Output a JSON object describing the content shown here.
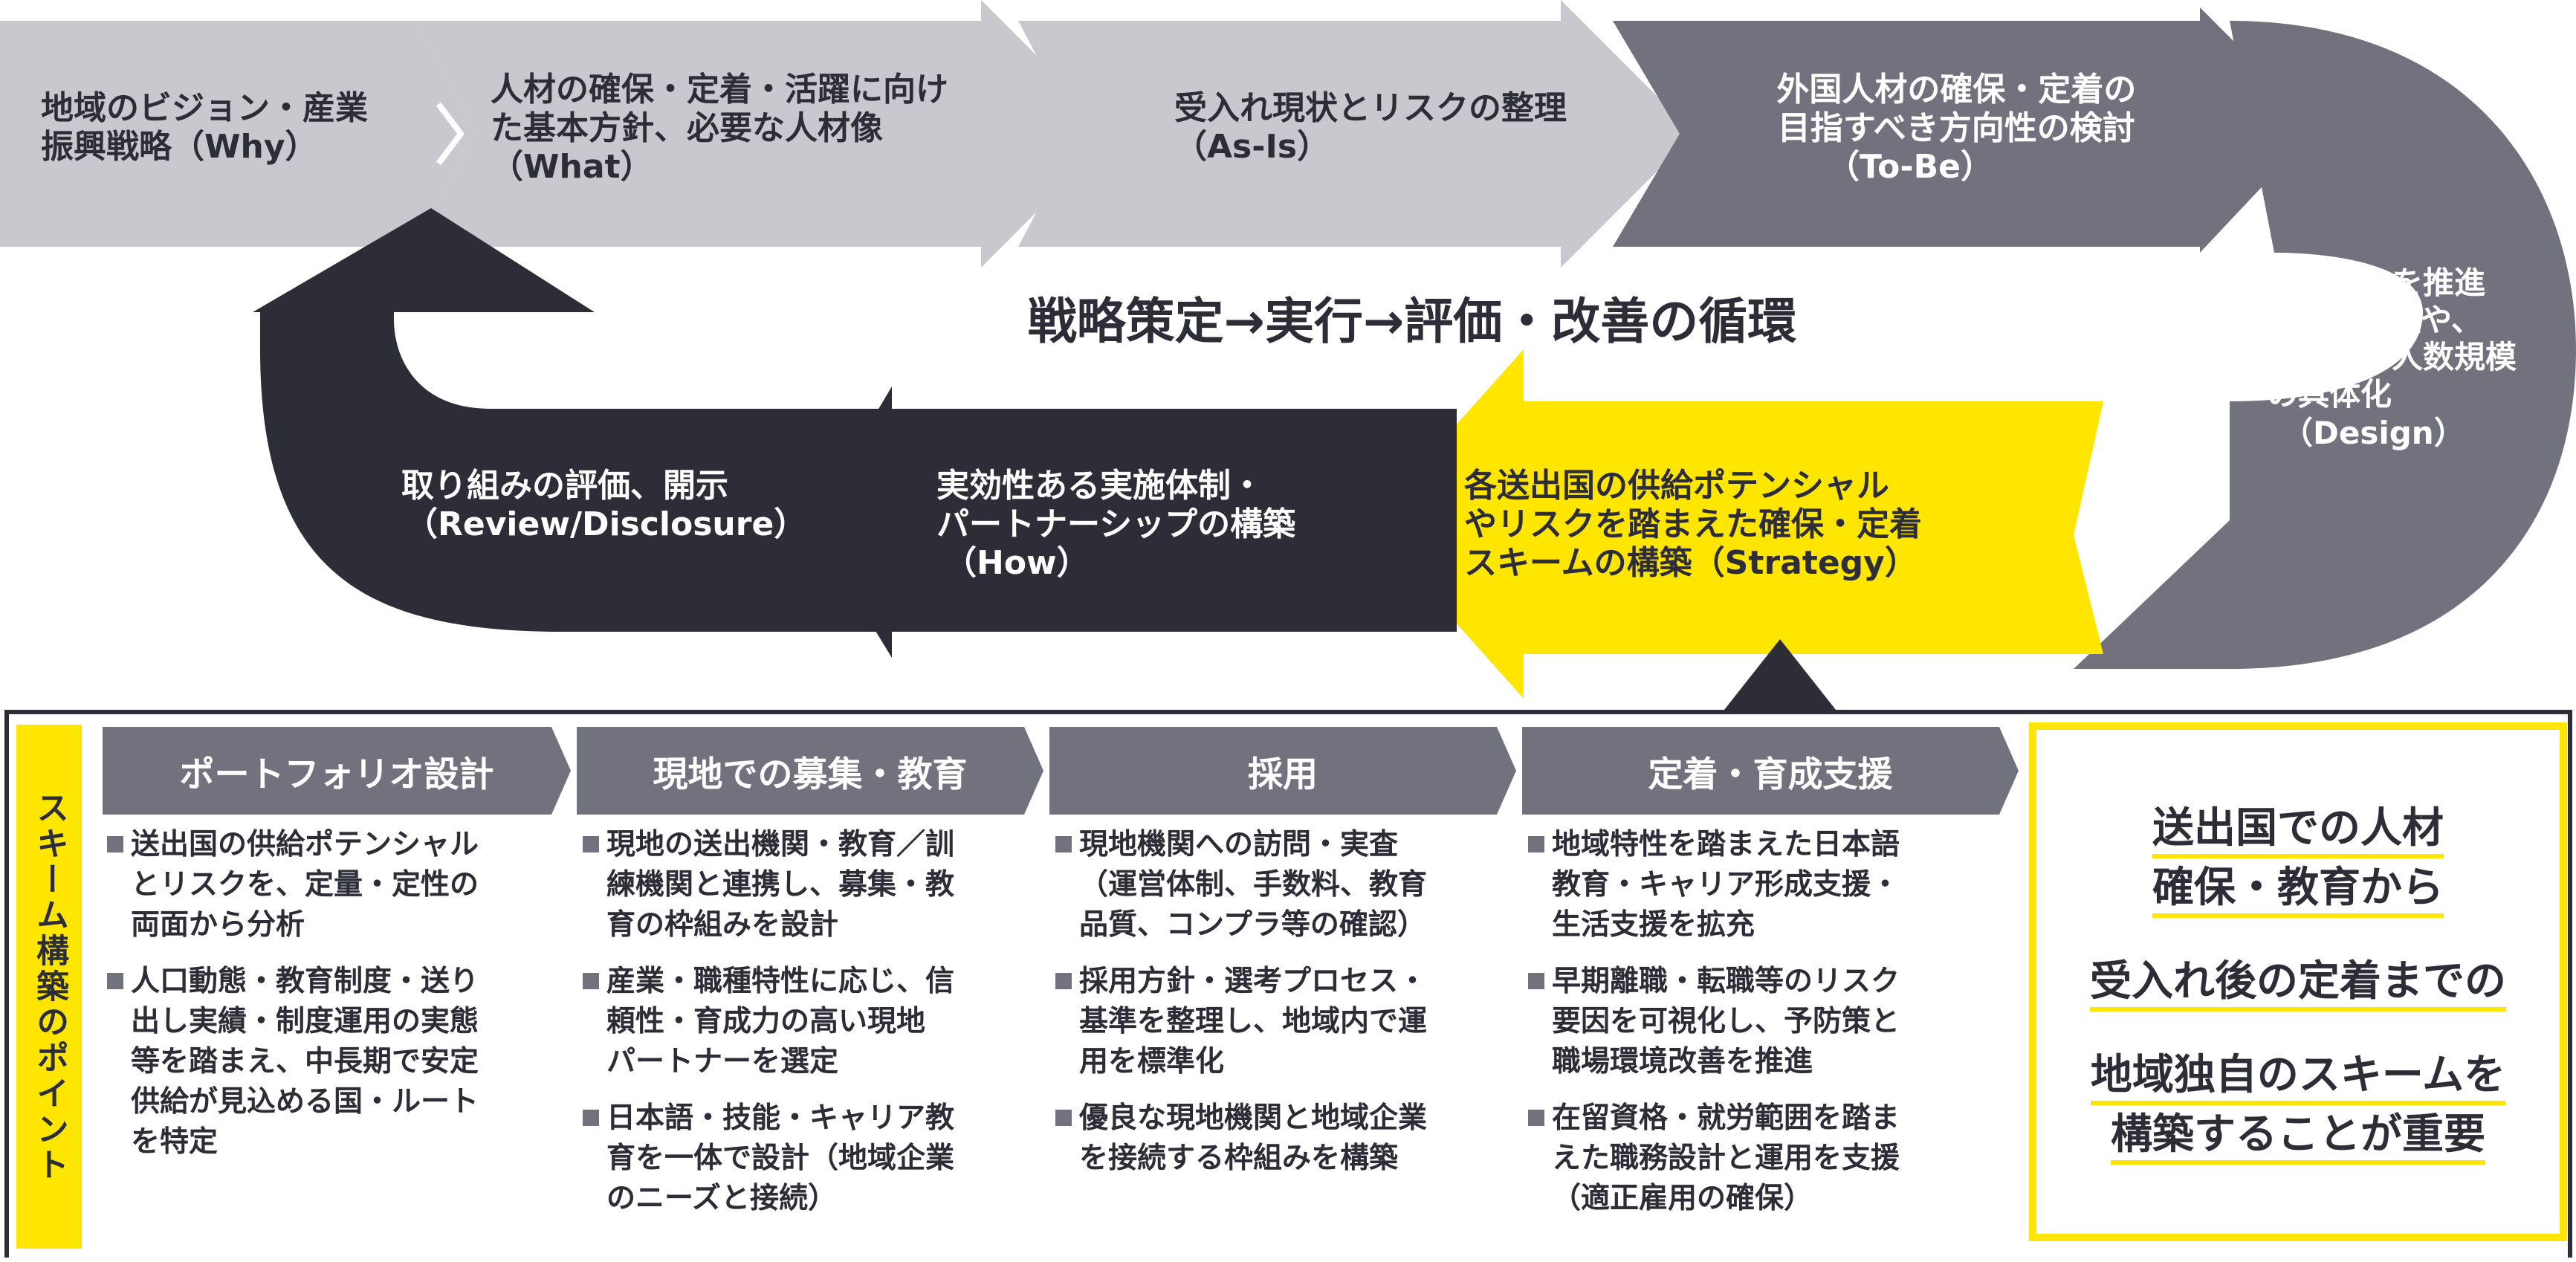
{
  "cycle": {
    "title": "戦略策定→実行→評価・改善の循環",
    "steps": [
      {
        "lines": [
          "地域のビジョン・産業",
          "振興戦略（Why）"
        ]
      },
      {
        "lines": [
          "人材の確保・定着・活躍に向け",
          "た基本方針、必要な人材像",
          "（What）"
        ]
      },
      {
        "lines": [
          "受入れ現状とリスクの整理",
          "（As-Is）"
        ]
      },
      {
        "lines": [
          "外国人材の確保・定着の",
          "目指すべき方向性の検討",
          "（To-Be）"
        ]
      },
      {
        "lines": [
          "受け入れを推進",
          "すべき職種や、",
          "スキル、人数規模",
          "の具体化",
          "（Design）"
        ]
      },
      {
        "lines": [
          "各送出国の供給ポテンシャル",
          "やリスクを踏まえた確保・定着",
          "スキームの構築（Strategy）"
        ]
      },
      {
        "lines": [
          "実効性ある実施体制・",
          "パートナーシップの構築",
          "（How）"
        ]
      },
      {
        "lines": [
          "取り組みの評価、開示",
          "（Review/Disclosure）"
        ]
      }
    ]
  },
  "points": {
    "label": "スキーム構築のポイント",
    "columns": [
      {
        "heading": "ポートフォリオ設計",
        "items": [
          [
            "送出国の供給ポテンシャル",
            "とリスクを、定量・定性の",
            "両面から分析"
          ],
          [
            "人口動態・教育制度・送り",
            "出し実績・制度運用の実態",
            "等を踏まえ、中長期で安定",
            "供給が見込める国・ルート",
            "を特定"
          ]
        ]
      },
      {
        "heading": "現地での募集・教育",
        "items": [
          [
            "現地の送出機関・教育／訓",
            "練機関と連携し、募集・教",
            "育の枠組みを設計"
          ],
          [
            "産業・職種特性に応じ、信",
            "頼性・育成力の高い現地",
            "パートナーを選定"
          ],
          [
            "日本語・技能・キャリア教",
            "育を一体で設計（地域企業",
            "のニーズと接続）"
          ]
        ]
      },
      {
        "heading": "採用",
        "items": [
          [
            "現地機関への訪問・実査",
            "（運営体制、手数料、教育",
            "品質、コンプラ等の確認）"
          ],
          [
            "採用方針・選考プロセス・",
            "基準を整理し、地域内で運",
            "用を標準化"
          ],
          [
            "優良な現地機関と地域企業",
            "を接続する枠組みを構築"
          ]
        ]
      },
      {
        "heading": "定着・育成支援",
        "items": [
          [
            "地域特性を踏まえた日本語",
            "教育・キャリア形成支援・",
            "生活支援を拡充"
          ],
          [
            "早期離職・転職等のリスク",
            "要因を可視化し、予防策と",
            "職場環境改善を推進"
          ],
          [
            "在留資格・就労範囲を踏ま",
            "えた職務設計と運用を支援",
            "（適正雇用の確保）"
          ]
        ]
      }
    ]
  },
  "summary": {
    "lines": [
      "送出国での人材",
      "確保・教育から",
      "受入れ後の定着までの",
      "地域独自のスキームを",
      "構築することが重要"
    ]
  },
  "colors": {
    "light_gray": "#c8c8ce",
    "mid_gray": "#72727f",
    "dark_navy": "#2d2d38",
    "yellow": "#ffe600"
  }
}
